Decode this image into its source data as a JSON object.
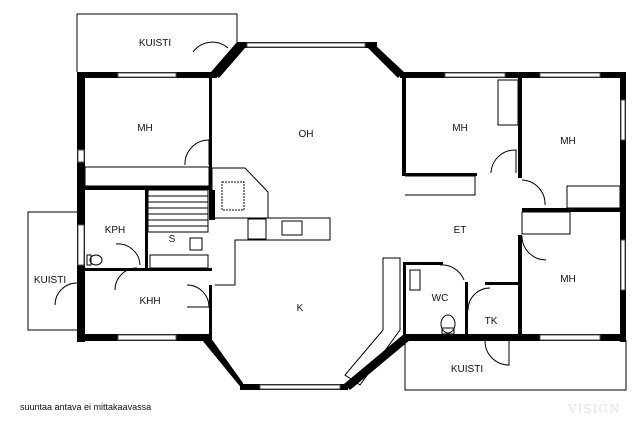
{
  "rooms": {
    "kuisti_top": "KUISTI",
    "mh_top_left": "MH",
    "oh": "OH",
    "mh_top_middle": "MH",
    "mh_right": "MH",
    "kph": "KPH",
    "s": "S",
    "kuisti_left": "KUISTI",
    "khh": "KHH",
    "k": "K",
    "et": "ET",
    "wc": "WC",
    "tk": "TK",
    "mh_bottom_right": "MH",
    "kuisti_bottom": "KUISTI"
  },
  "footer": {
    "note": "suuntaa antava ei mittakaavassa",
    "logo": "VISIGN"
  }
}
